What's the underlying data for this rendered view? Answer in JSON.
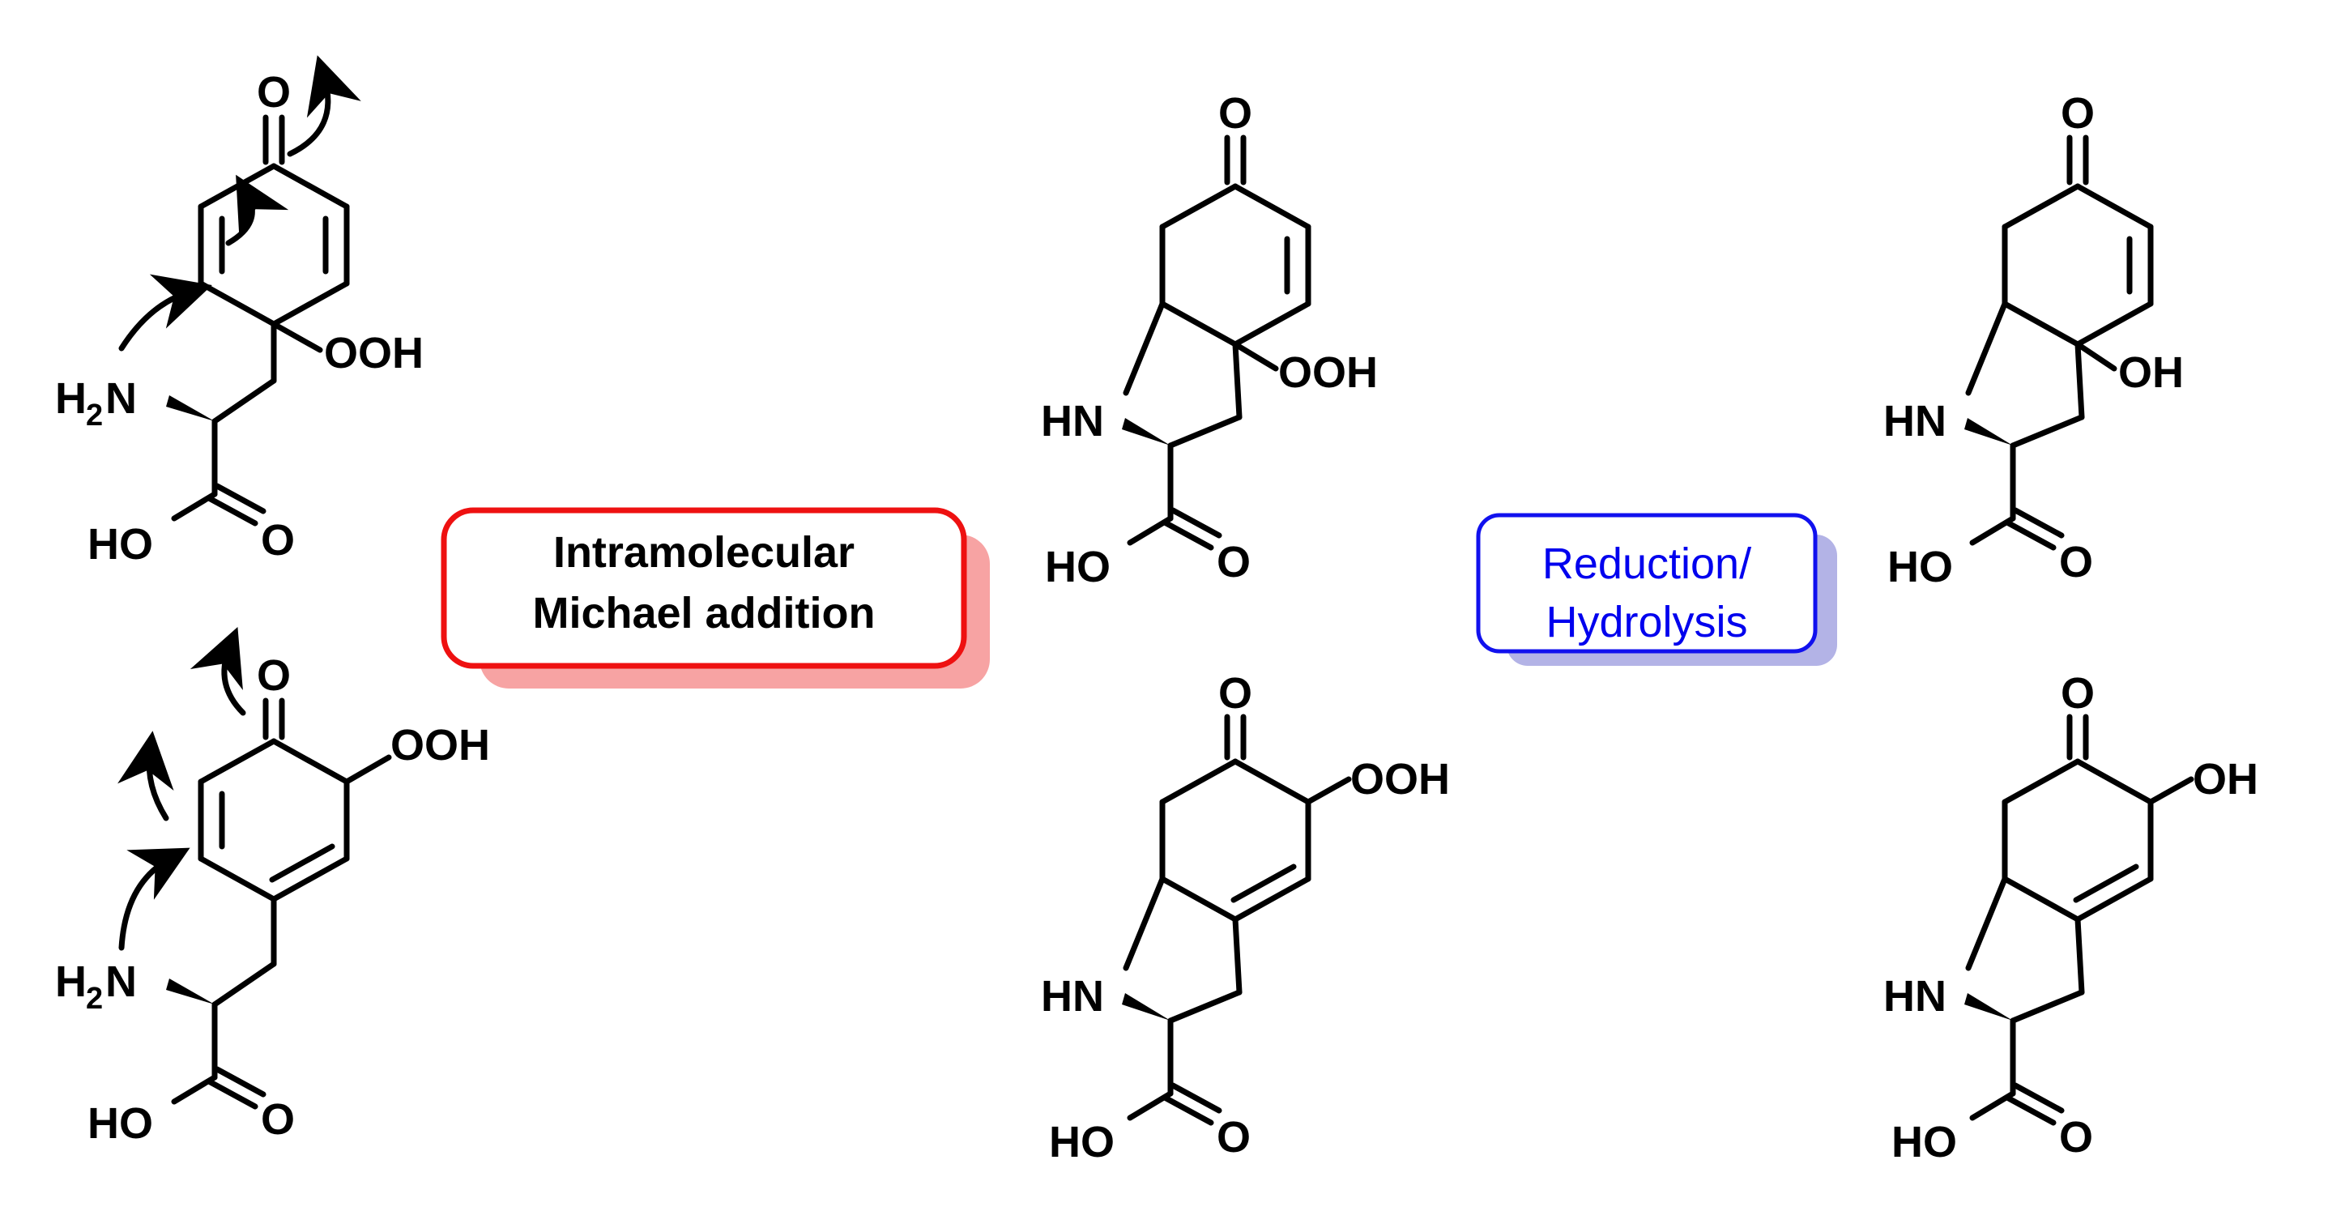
{
  "boxes": {
    "michael": {
      "line1": "Intramolecular",
      "line2": "Michael addition"
    },
    "reduction": {
      "line1": "Reduction/",
      "line2": "Hydrolysis"
    }
  },
  "colors": {
    "michael_border": "#ee1111",
    "michael_shadow": "#f7a3a3",
    "reduction_border": "#1111ee",
    "reduction_shadow": "#b3b3e6"
  },
  "atoms": {
    "o": "O",
    "ooh": "OOH",
    "oh": "OH",
    "h": "H",
    "two": "2",
    "n": "N",
    "hn": "HN",
    "ho": "HO"
  }
}
